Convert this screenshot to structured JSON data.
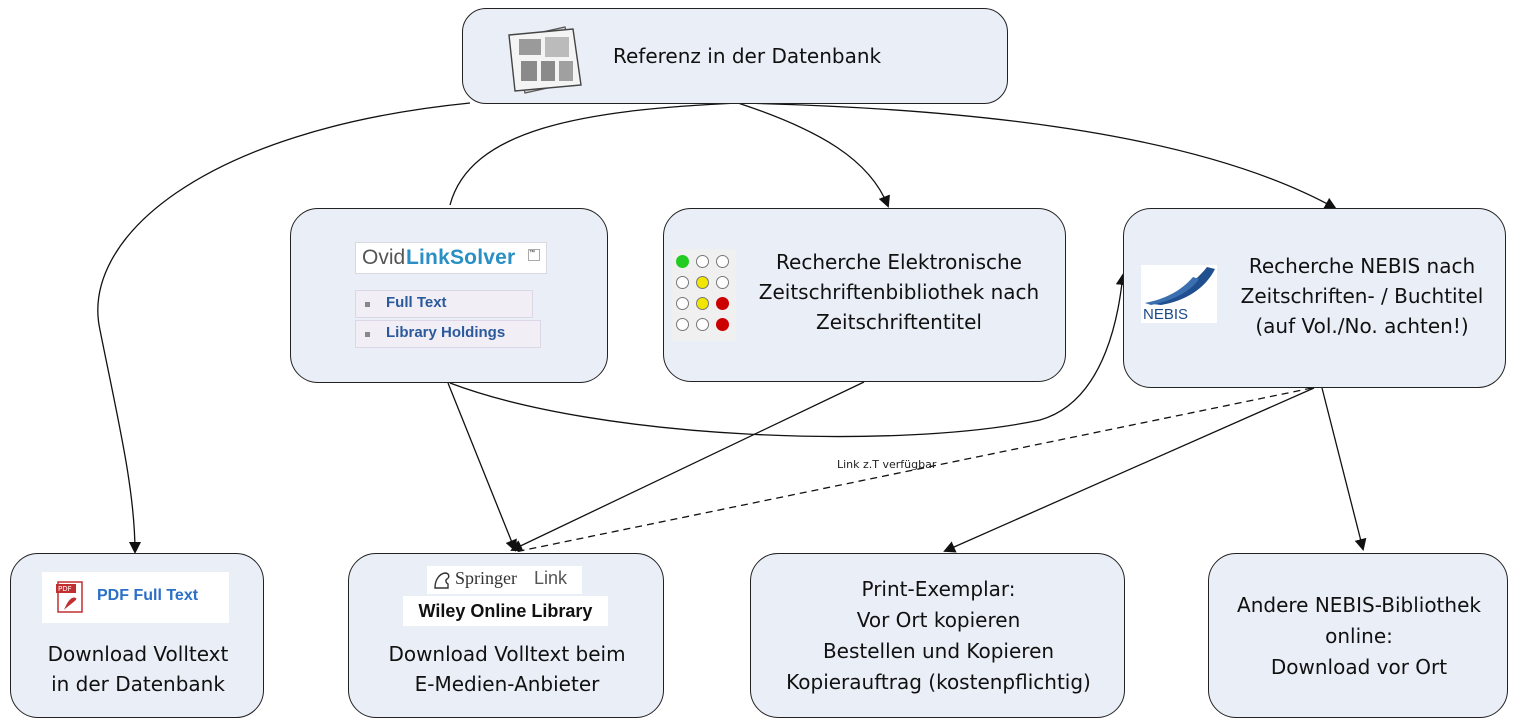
{
  "nodes": {
    "referenz": {
      "label": "Referenz in der Datenbank",
      "icon": "newspaper-icon"
    },
    "ovid": {
      "logo_ovid": "Ovid",
      "logo_linksolver": "LinkSolver",
      "logo_tm": "™",
      "button_fulltext": "Full Text",
      "button_holdings": "Library Holdings"
    },
    "ezb": {
      "line1": "Recherche Elektronische",
      "line2": "Zeitschriftenbibliothek nach",
      "line3": "Zeitschriftentitel",
      "icon": "traffic-light-icon"
    },
    "nebis": {
      "logo_text": "NEBIS",
      "line1": "Recherche NEBIS nach",
      "line2": "Zeitschriften- / Buchtitel",
      "line3": "(auf Vol./No. achten!)"
    },
    "pdf": {
      "badge": "PDF Full Text",
      "line1": "Download Volltext",
      "line2": "in der Datenbank",
      "icon": "pdf-icon"
    },
    "emedien": {
      "springer1": "Springer",
      "springer2": "Link",
      "wiley": "Wiley Online Library",
      "line1": "Download Volltext beim",
      "line2": "E-Medien-Anbieter"
    },
    "print": {
      "line1": "Print-Exemplar:",
      "line2": "Vor Ort kopieren",
      "line3": "Bestellen und Kopieren",
      "line4": "Kopierauftrag (kostenpflichtig)"
    },
    "andere": {
      "line1": "Andere NEBIS-Bibliothek",
      "line2": "online:",
      "line3": "Download vor Ort"
    }
  },
  "edge_label": "Link z.T verfügbar",
  "colors": {
    "node_fill": "#e9eef7",
    "stroke": "#222222",
    "ovid_blue": "#2a8fc4",
    "nebis_blue": "#1a4a8a",
    "pdf_blue": "#2b6fc7",
    "traffic_green": "#22cc22",
    "traffic_yellow": "#f2e600",
    "traffic_red": "#cc0000"
  }
}
